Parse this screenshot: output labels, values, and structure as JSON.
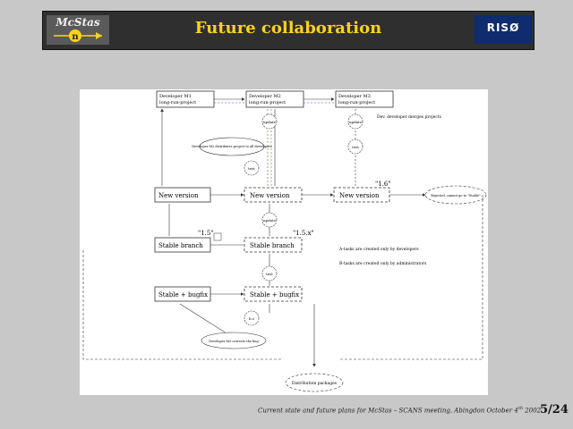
{
  "header": {
    "logo_text": "McStas",
    "logo_symbol": "n",
    "title": "Future collaboration",
    "right_logo": "RISØ"
  },
  "diagram": {
    "top_boxes": [
      "Developer M1",
      "Developer M2",
      "Developer M3"
    ],
    "box_sub": "long-run-project",
    "new_version": "New version",
    "stable_branch": "Stable branch",
    "stable_bugfix": "Stable + bugfix",
    "label_15": "\"1.5\"",
    "label_15x": "\"1.5.x\"",
    "label_16": "\"1.6\"",
    "merge_label": "Dev. developer merges projects",
    "note_m2": "Developer M2 distributes project to all developers",
    "note_bug": "Developer M3 corrects the bug",
    "note_rejected": "Rejected, cannot go to \"Stable\"",
    "arrow_note_a": "A-tasks are created only by developers",
    "arrow_note_b": "B-tasks are created only by administrators",
    "dist_package": "Distribution packages",
    "node_label_update": "update",
    "node_label_test": "test",
    "node_label_bugfix": "b.s"
  },
  "footer": {
    "text": "Current state and future plans for McStas – SCANS meeting, Abingdon October 4",
    "sup": "th",
    "year": "2002",
    "page": "5/24"
  }
}
